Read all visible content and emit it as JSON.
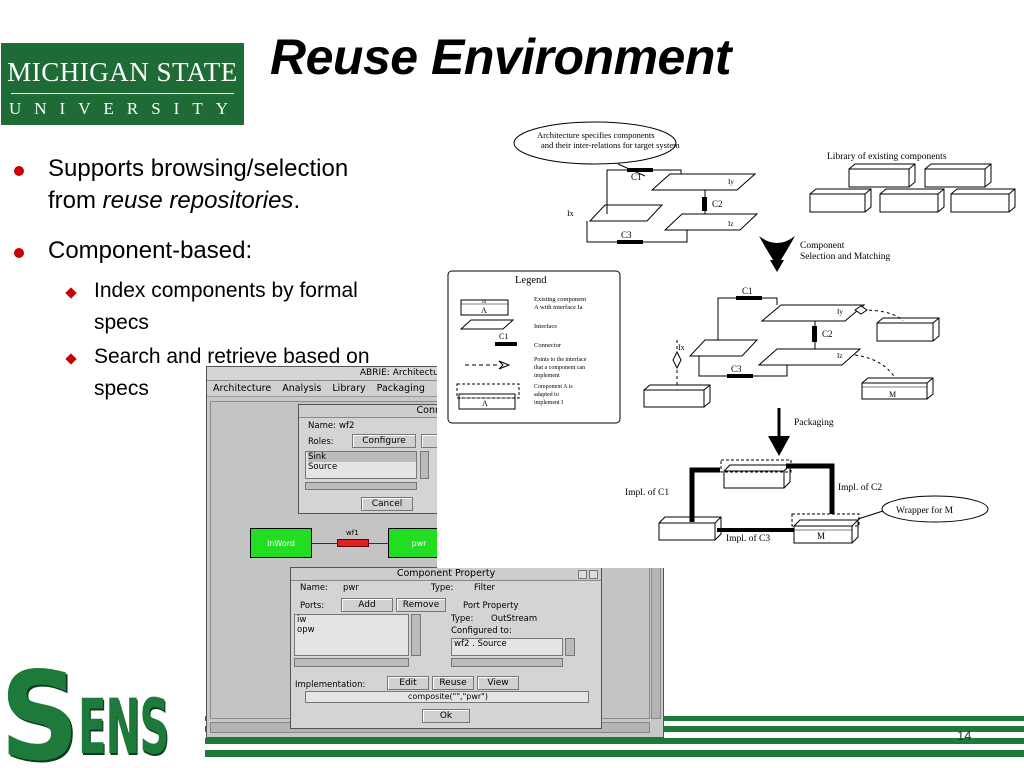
{
  "slide": {
    "title": "Reuse Environment",
    "page_number": "14"
  },
  "msu_logo": {
    "line1": "MICHIGAN STATE",
    "line2": "UNIVERSITY"
  },
  "sens_logo": {
    "s": "S",
    "ens": "ENS"
  },
  "bullets": [
    {
      "line1": "Supports browsing/selection",
      "line2_prefix": "from ",
      "line2_italic": "reuse repositories",
      "line2_suffix": "."
    },
    {
      "text": "Component-based:"
    }
  ],
  "sub_bullets": [
    {
      "line1": "Index components by formal",
      "line2": "specs"
    },
    {
      "line1": "Search and retrieve based on",
      "line2": "specs"
    }
  ],
  "abrie_window": {
    "title": "ABRIE: Architecture–Based Reuse",
    "menu": [
      "Architecture",
      "Analysis",
      "Library",
      "Packaging"
    ],
    "connector_dialog": {
      "title": "Conn",
      "name_label": "Name:",
      "name_value": "wf2",
      "roles_label": "Roles:",
      "configure_label": "Configure",
      "list_items": [
        "Sink",
        "Source"
      ],
      "cancel_label": "Cancel"
    },
    "components": {
      "inword": "InWord",
      "connector": "wf1",
      "pwr": "pwr"
    },
    "component_property": {
      "title": "Component Property",
      "name_label": "Name:",
      "name_value": "pwr",
      "type_label": "Type:",
      "type_value": "Filter",
      "ports_label": "Ports:",
      "add_label": "Add",
      "remove_label": "Remove",
      "port_property_label": "Port Property",
      "ports": [
        "iw",
        "opw"
      ],
      "port_type_label": "Type:",
      "port_type_value": "OutStream",
      "configured_label": "Configured to:",
      "configured_value": "wf2 . Source",
      "implementation_label": "Implementation:",
      "edit_label": "Edit",
      "reuse_label": "Reuse",
      "view_label": "View",
      "implementation_value": "composite(\"\",\"pwr\")",
      "ok_label": "Ok"
    }
  },
  "diagram": {
    "callout_top": [
      "Architecture specifies components",
      "and their inter-relations for target system"
    ],
    "library_label": "Library of existing components",
    "selection_label": [
      "Component",
      "Selection and Matching"
    ],
    "packaging_label": "Packaging",
    "labels": {
      "c1": "C1",
      "c2": "C2",
      "c3": "C3",
      "iy": "Iy",
      "ix": "Ix",
      "iz": "Iz",
      "m": "M",
      "a": "A",
      "ia": "Ia"
    },
    "legend": {
      "title": "Legend",
      "items": [
        [
          "Existing component",
          "A with interface Ia"
        ],
        [
          "Interface"
        ],
        [
          "Connector"
        ],
        [
          "Points to the interface",
          "that a component can",
          "implement"
        ],
        [
          "Component A is",
          "adapted to",
          "implement I"
        ]
      ]
    },
    "impl_c1": "Impl. of C1",
    "impl_c2": "Impl. of C2",
    "impl_c3": "Impl. of C3",
    "wrapper": "Wrapper for M"
  }
}
